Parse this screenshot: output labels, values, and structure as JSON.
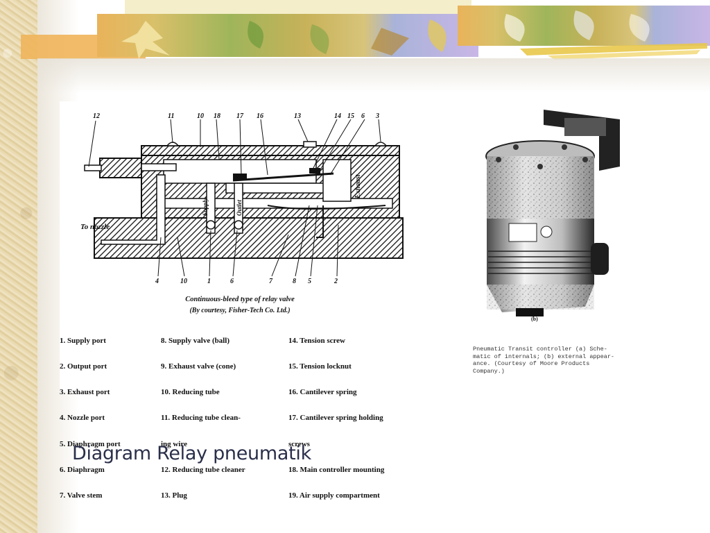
{
  "slide": {
    "caption": "Diagram Relay pneumatik"
  },
  "diagram": {
    "callouts_top": [
      "12",
      "11",
      "10",
      "18",
      "17",
      "16",
      "13",
      "14",
      "15",
      "6",
      "3"
    ],
    "callouts_bottom": [
      "4",
      "10",
      "1",
      "6",
      "7",
      "8",
      "5",
      "2"
    ],
    "inner_labels": {
      "to_nozzle": "To nozzle",
      "supply": "Supply",
      "outlet": "Outlet",
      "exhaust": "Exhaust"
    },
    "figure_caption": "Continuous-bleed type of relay valve",
    "figure_credit": "(By courtesy, Fisher-Tech Co. Ltd.)",
    "legend_col1": [
      "1. Supply port",
      "2. Output port",
      "3. Exhaust port",
      "4. Nozzle port",
      "5. Diaphragm port",
      "6. Diaphragm",
      "7. Valve stem"
    ],
    "legend_col2": [
      "8. Supply valve (ball)",
      "9. Exhaust valve (cone)",
      "10. Reducing tube",
      "11. Reducing tube clean-",
      "    ing wire",
      "12. Reducing tube cleaner",
      "13. Plug"
    ],
    "legend_col3": [
      "14. Tension screw",
      "15. Tension locknut",
      "16. Cantilever spring",
      "17. Cantilever spring holding",
      "    screws",
      "18. Main controller mounting",
      "19. Air supply compartment"
    ]
  },
  "photo": {
    "caption_lines": [
      "Pneumatic Transit controller (a) Sche-",
      "matic of internals; (b) external appear-",
      "ance. (Courtesy of Moore Products",
      "Company.)"
    ],
    "tag": "(b)"
  }
}
